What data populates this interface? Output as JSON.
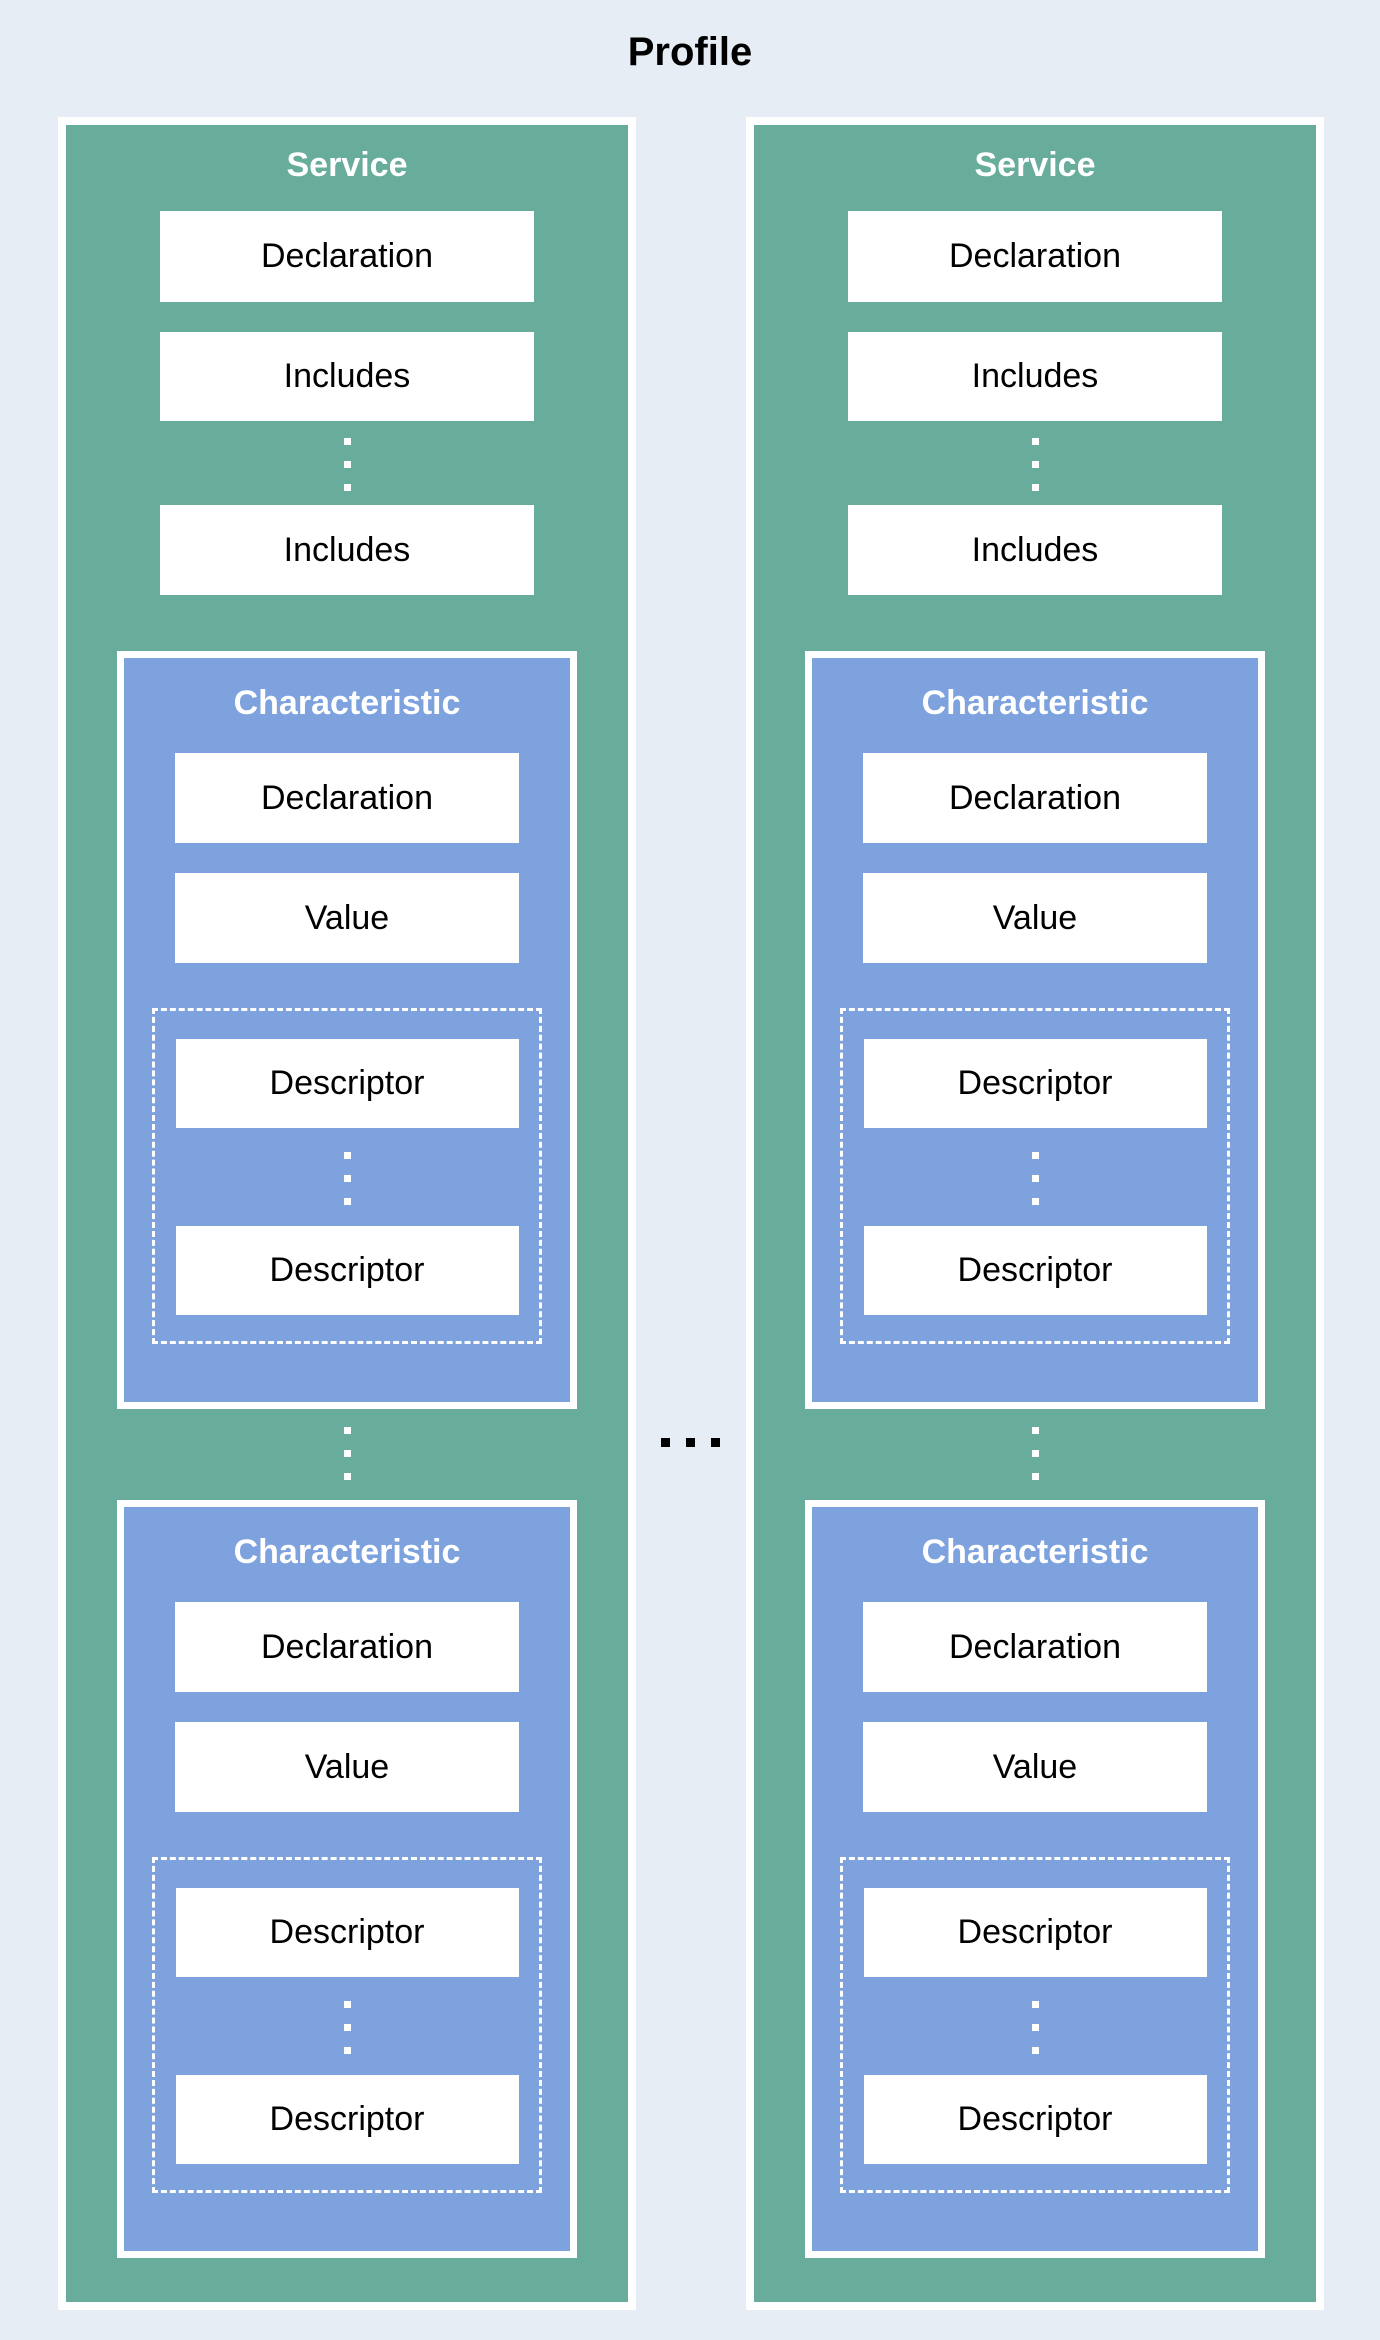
{
  "title": "Profile",
  "colors": {
    "background": "#e7edf5",
    "service_fill": "#68ac9c",
    "characteristic_fill": "#7da2dd",
    "box_fill": "#ffffff",
    "text_dark": "#000000",
    "text_light": "#ffffff"
  },
  "ellipsis": {
    "horizontal_between_services": "...",
    "vertical": "⋮"
  },
  "services": [
    {
      "header": "Service",
      "declaration": "Declaration",
      "includes": [
        "Includes",
        "Includes"
      ],
      "characteristics": [
        {
          "header": "Characteristic",
          "declaration": "Declaration",
          "value": "Value",
          "descriptors": [
            "Descriptor",
            "Descriptor"
          ]
        },
        {
          "header": "Characteristic",
          "declaration": "Declaration",
          "value": "Value",
          "descriptors": [
            "Descriptor",
            "Descriptor"
          ]
        }
      ]
    },
    {
      "header": "Service",
      "declaration": "Declaration",
      "includes": [
        "Includes",
        "Includes"
      ],
      "characteristics": [
        {
          "header": "Characteristic",
          "declaration": "Declaration",
          "value": "Value",
          "descriptors": [
            "Descriptor",
            "Descriptor"
          ]
        },
        {
          "header": "Characteristic",
          "declaration": "Declaration",
          "value": "Value",
          "descriptors": [
            "Descriptor",
            "Descriptor"
          ]
        }
      ]
    }
  ]
}
